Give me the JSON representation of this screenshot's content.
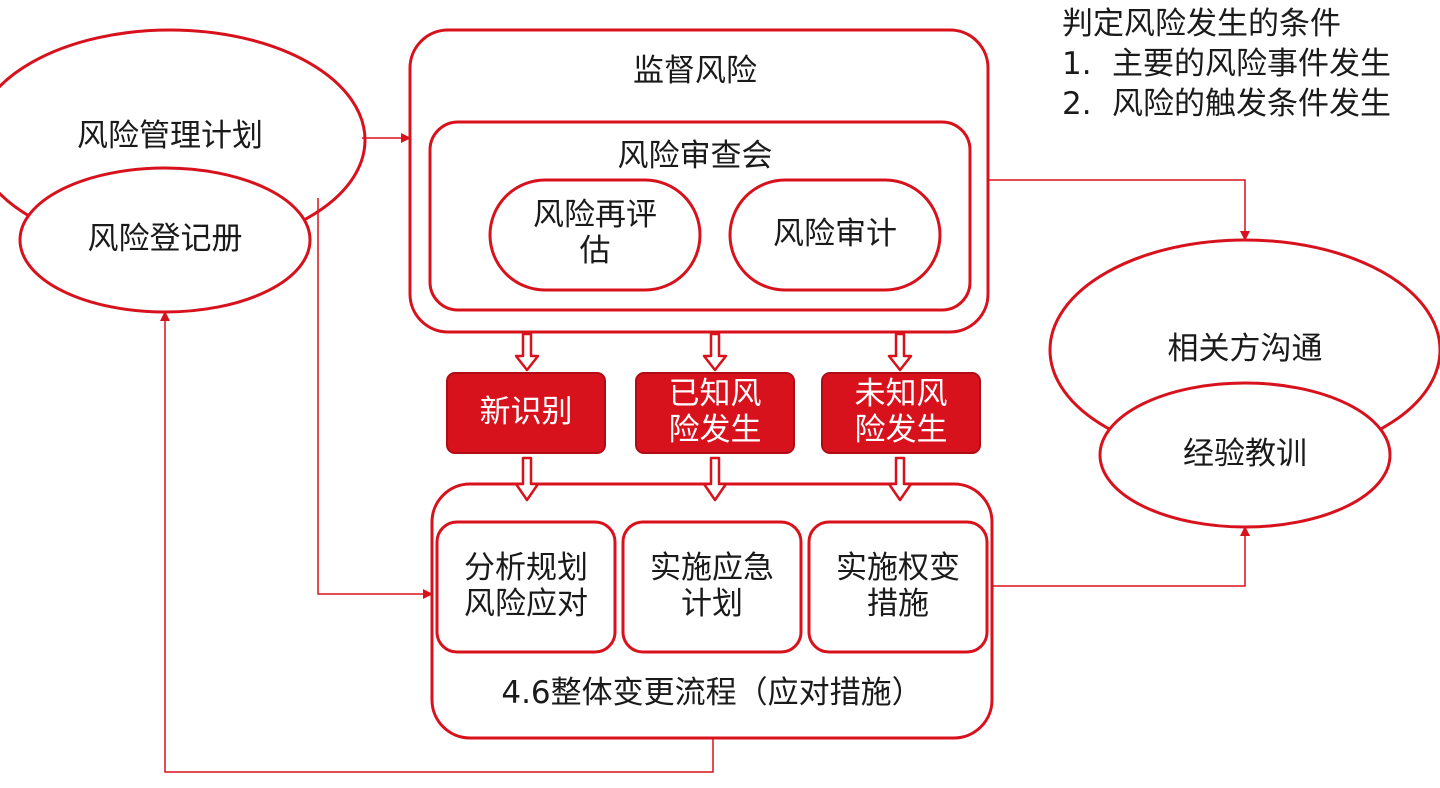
{
  "colors": {
    "accent": "#d8121d",
    "accent_dark": "#b00c15",
    "text": "#1a1a1a",
    "white": "#ffffff"
  },
  "nodes": {
    "risk_mgmt_plan": "风险管理计划",
    "risk_register": "风险登记册",
    "monitor_risks": "监督风险",
    "risk_review_meeting": "风险审查会",
    "risk_reassessment": "风险再评估",
    "risk_audit": "风险审计",
    "new_identified": "新识别",
    "known_risk_occurs": "已知风险发生",
    "unknown_risk_occurs": "未知风险发生",
    "analyze_plan_response": "分析规划风险应对",
    "implement_contingency": "实施应急计划",
    "implement_workaround": "实施权变措施",
    "change_process": "4.6整体变更流程（应对措施）",
    "stakeholder_comm": "相关方沟通",
    "lessons_learned": "经验教训"
  },
  "note": {
    "title": "判定风险发生的条件",
    "items": [
      {
        "num": "1.",
        "text": "主要的风险事件发生"
      },
      {
        "num": "2.",
        "text": "风险的触发条件发生"
      }
    ]
  }
}
